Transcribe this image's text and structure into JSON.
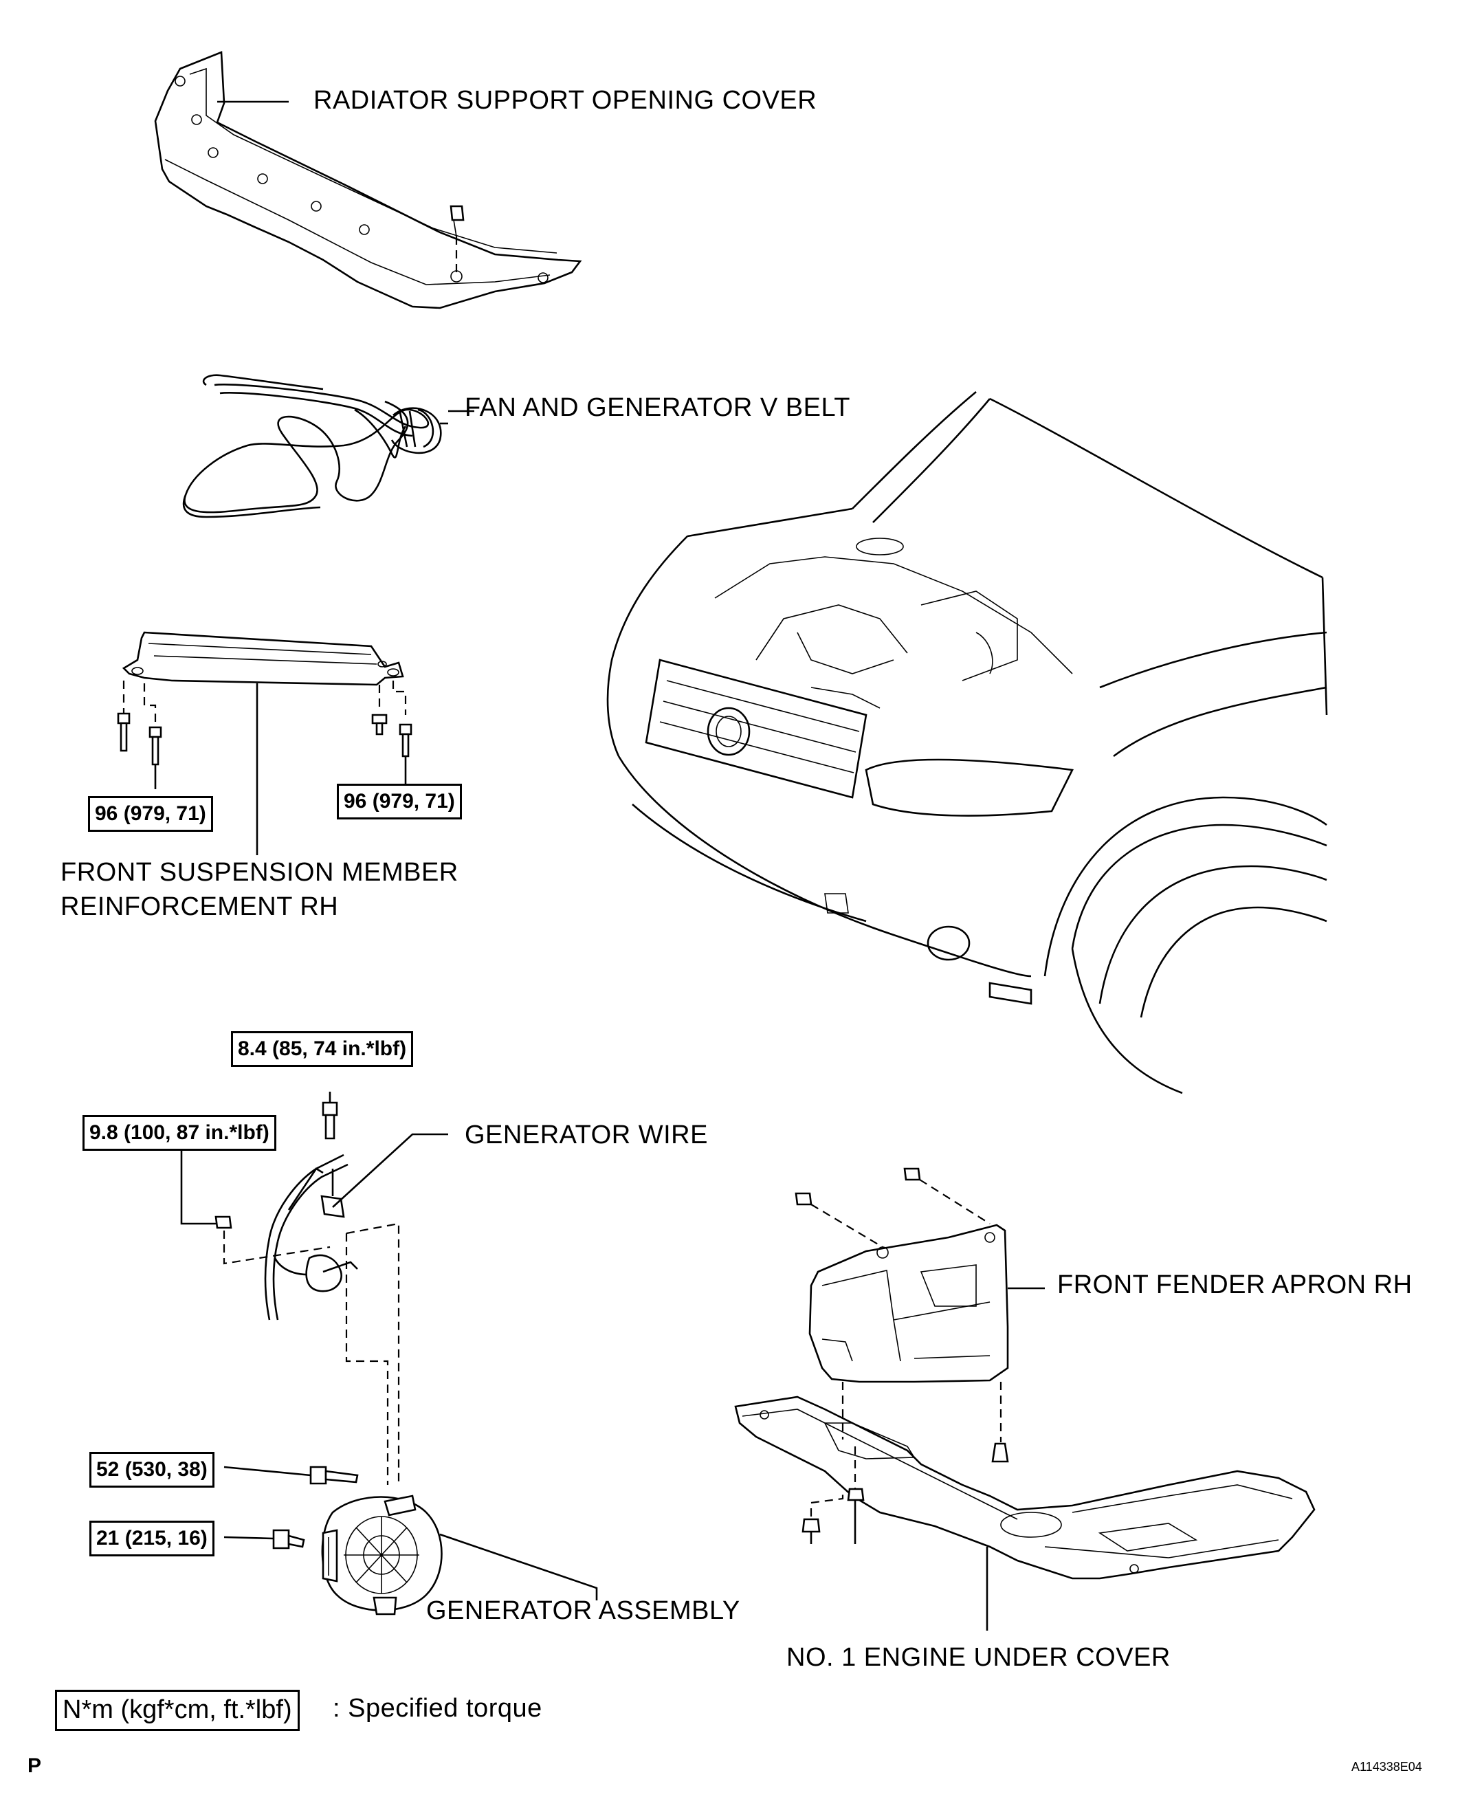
{
  "labels": {
    "radiator_cover": "RADIATOR SUPPORT OPENING COVER",
    "v_belt": "FAN AND GENERATOR V BELT",
    "suspension_line1": "FRONT SUSPENSION MEMBER",
    "suspension_line2": "REINFORCEMENT RH",
    "generator_wire": "GENERATOR WIRE",
    "fender_apron": "FRONT FENDER APRON RH",
    "generator_assembly": "GENERATOR ASSEMBLY",
    "engine_under_cover": "NO. 1 ENGINE UNDER COVER"
  },
  "torques": {
    "suspension_left": "96 (979, 71)",
    "suspension_right": "96 (979, 71)",
    "generator_wire_bolt": "8.4 (85, 74 in.*lbf)",
    "generator_wire_nut": "9.8 (100, 87 in.*lbf)",
    "generator_upper_bolt": "52 (530, 38)",
    "generator_lower_bolt": "21 (215, 16)"
  },
  "legend": {
    "unit": "N*m (kgf*cm, ft.*lbf)",
    "description": ": Specified torque"
  },
  "footer": {
    "mark": "P",
    "figure_id": "A114338E04"
  },
  "colors": {
    "line": "#000000",
    "background": "#ffffff"
  }
}
